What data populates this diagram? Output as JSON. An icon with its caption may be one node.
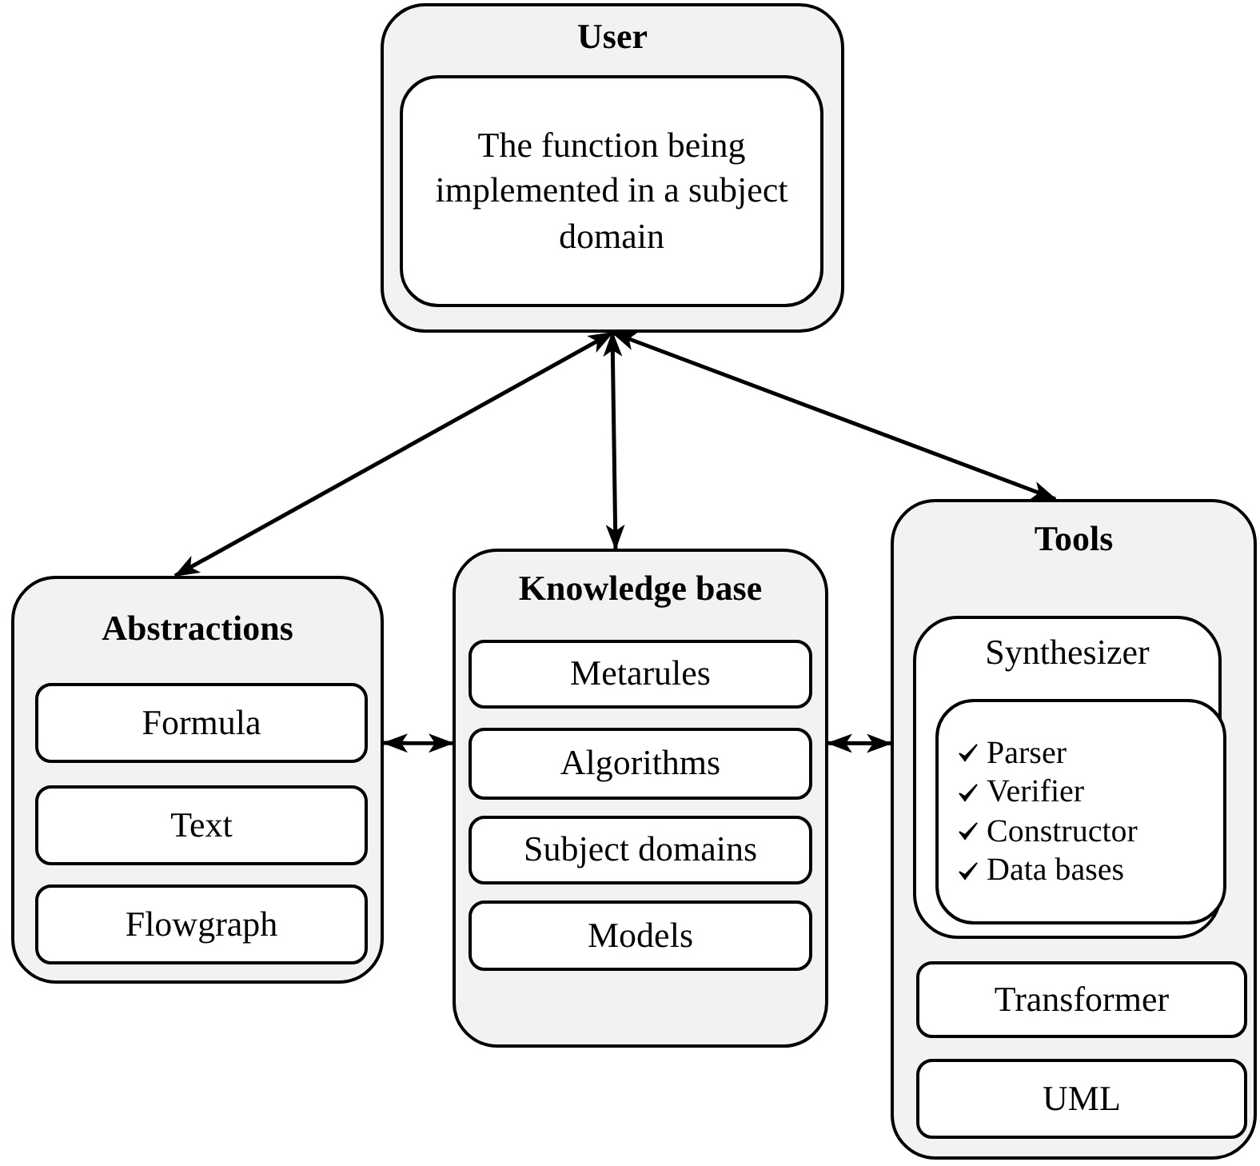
{
  "diagram": {
    "nodes": [
      {
        "text": [
          "User"
        ]
      },
      {
        "text": [
          "The function being implemented in a subject domain"
        ],
        "in": 0
      },
      {
        "text": [
          "Abstractions"
        ]
      },
      {
        "text": [
          "Formula"
        ],
        "in": 2
      },
      {
        "text": [
          "Text"
        ],
        "in": 2
      },
      {
        "text": [
          "Flowgraph"
        ],
        "in": 2
      },
      {
        "text": [
          "Knowledge base"
        ]
      },
      {
        "text": [
          "Metarules"
        ],
        "in": 6
      },
      {
        "text": [
          "Algorithms"
        ],
        "in": 6
      },
      {
        "text": [
          "Subject domains"
        ],
        "in": 6
      },
      {
        "text": [
          "Models"
        ],
        "in": 6
      },
      {
        "text": [
          "Tools"
        ]
      },
      {
        "text": [
          "Synthesizer"
        ],
        "in": 11
      },
      {
        "text": [
          "Parser",
          "Verifier",
          "Constructor",
          "Data bases"
        ],
        "in": 12
      },
      {
        "text": [
          "Transformer"
        ],
        "in": 11
      },
      {
        "text": [
          "UML"
        ],
        "in": 11
      }
    ],
    "edges": [
      {
        "from": 0,
        "to": 2,
        "arrow": "both"
      },
      {
        "from": 0,
        "to": 6,
        "arrow": "both"
      },
      {
        "from": 0,
        "to": 11,
        "arrow": "both"
      },
      {
        "from": 2,
        "to": 6,
        "arrow": "both"
      },
      {
        "from": 6,
        "to": 11,
        "arrow": "both"
      }
    ]
  }
}
